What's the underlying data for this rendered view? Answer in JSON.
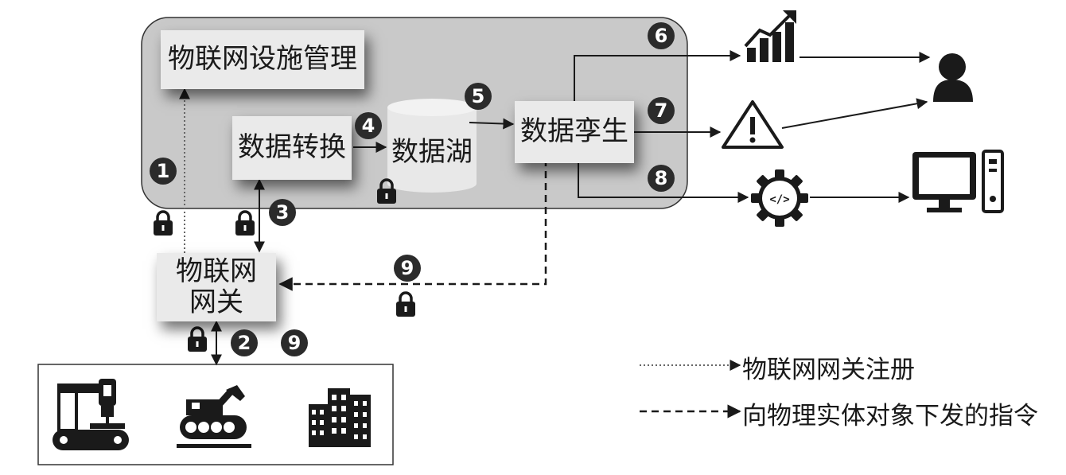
{
  "nodes": {
    "iot_facility_mgmt": "物联网设施管理",
    "data_transform": "数据转换",
    "data_lake": "数据湖",
    "digital_twin": "数据孪生",
    "iot_gateway_line1": "物联网",
    "iot_gateway_line2": "网关"
  },
  "steps": {
    "s1": "1",
    "s2": "2",
    "s3": "3",
    "s4": "4",
    "s5": "5",
    "s6": "6",
    "s7": "7",
    "s8": "8",
    "s9a": "9",
    "s9b": "9"
  },
  "legend": {
    "dotted": "物联网网关注册",
    "dashed": "向物理实体对象下发的指令"
  },
  "icons": [
    "bar-chart-icon",
    "user-icon",
    "warning-icon",
    "code-gear-icon",
    "computer-icon",
    "robot-arm-icon",
    "excavator-icon",
    "buildings-icon",
    "lock-icon"
  ],
  "colors": {
    "platform": "#c9c9c9",
    "box": "#eaeaea",
    "badge": "#2b2b2b",
    "line": "#1a1a1a"
  }
}
